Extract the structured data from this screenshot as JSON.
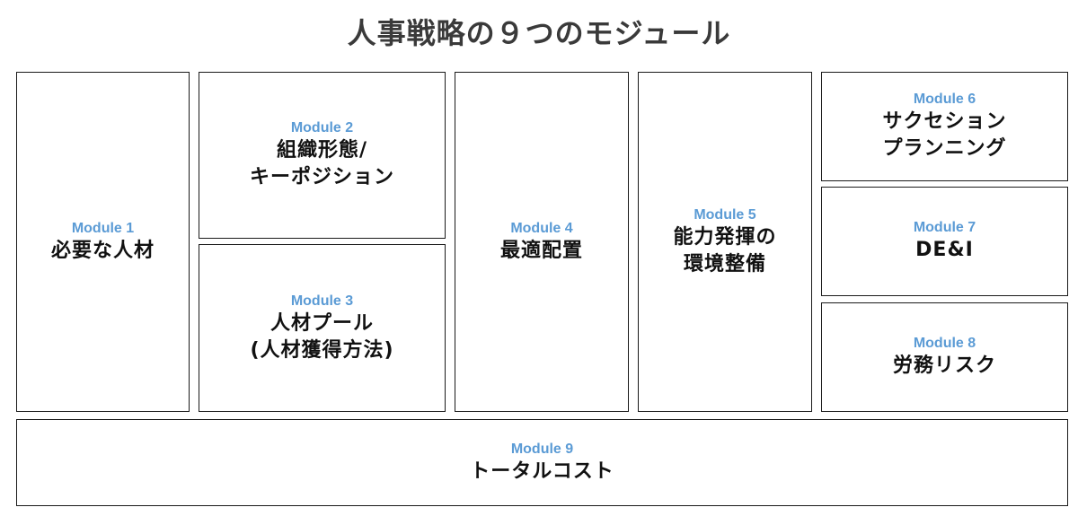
{
  "title": "人事戦略の９つのモジュール",
  "colors": {
    "module_label": "#5b9bd5",
    "title": "#3a3a3a",
    "border": "#1a1a1a"
  },
  "modules": [
    {
      "label": "Module 1",
      "name_lines": [
        "必要な人材"
      ]
    },
    {
      "label": "Module 2",
      "name_lines": [
        "組織形態/",
        "キーポジション"
      ]
    },
    {
      "label": "Module 3",
      "name_lines": [
        "人材プール",
        "(人材獲得方法)"
      ]
    },
    {
      "label": "Module 4",
      "name_lines": [
        "最適配置"
      ]
    },
    {
      "label": "Module 5",
      "name_lines": [
        "能力発揮の",
        "環境整備"
      ]
    },
    {
      "label": "Module 6",
      "name_lines": [
        "サクセション",
        "プランニング"
      ]
    },
    {
      "label": "Module 7",
      "name_lines": [
        "DE&I"
      ]
    },
    {
      "label": "Module 8",
      "name_lines": [
        "労務リスク"
      ]
    },
    {
      "label": "Module 9",
      "name_lines": [
        "トータルコスト"
      ]
    }
  ]
}
